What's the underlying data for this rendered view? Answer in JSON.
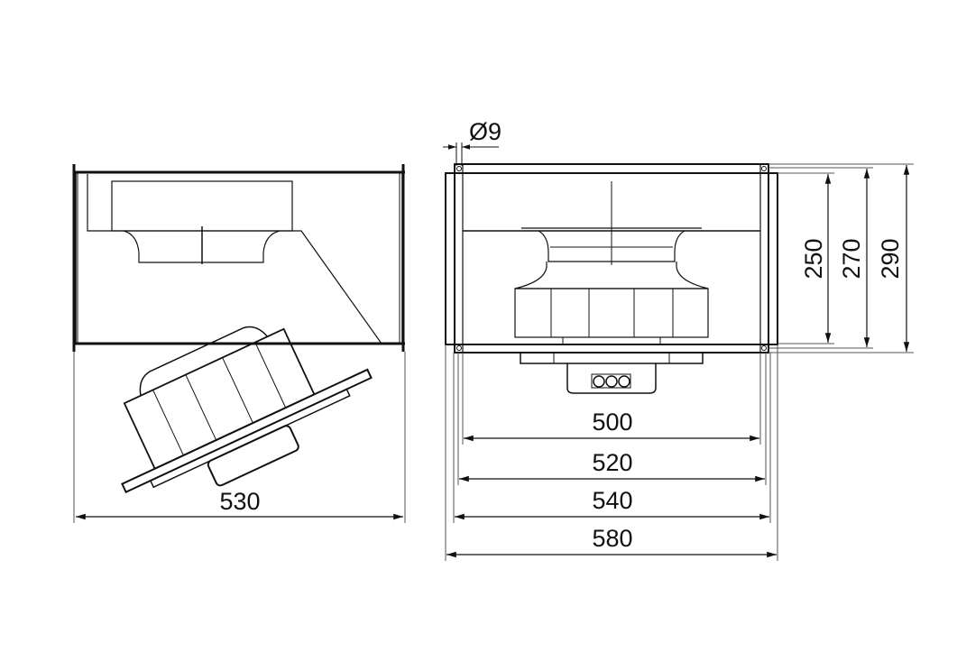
{
  "drawing": {
    "type": "technical-dimension-drawing",
    "subject": "rectangular duct fan",
    "views": [
      {
        "name": "side-view",
        "dimensions": {
          "width": "530"
        }
      },
      {
        "name": "front-view",
        "dimensions": {
          "hole_diameter": "Ø9",
          "widths": [
            "500",
            "520",
            "540",
            "580"
          ],
          "heights": [
            "250",
            "270",
            "290"
          ]
        }
      }
    ]
  },
  "labels": {
    "side_width": "530",
    "hole": "Ø9",
    "w500": "500",
    "w520": "520",
    "w540": "540",
    "w580": "580",
    "h250": "250",
    "h270": "270",
    "h290": "290"
  },
  "colors": {
    "line": "#111111",
    "background": "#ffffff"
  }
}
